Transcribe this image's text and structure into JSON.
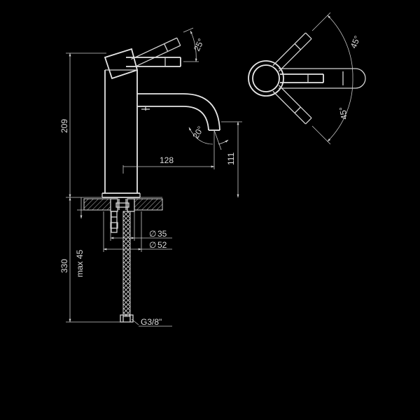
{
  "drawing": {
    "dim_height_total": "209",
    "dim_spout_reach": "128",
    "dim_spout_height": "111",
    "dim_total_length": "330",
    "dim_max_deck": "max 45",
    "dim_hole_35": "35",
    "dim_hole_52": "52",
    "diameter_symbol": "∅",
    "thread": "G3/8\"",
    "angle_handle_tilt": "25°",
    "angle_spout": "20°",
    "angle_top_upper": "45°",
    "angle_top_lower": "45°"
  },
  "colors": {
    "background": "#000000",
    "line": "#d4d4d4"
  }
}
